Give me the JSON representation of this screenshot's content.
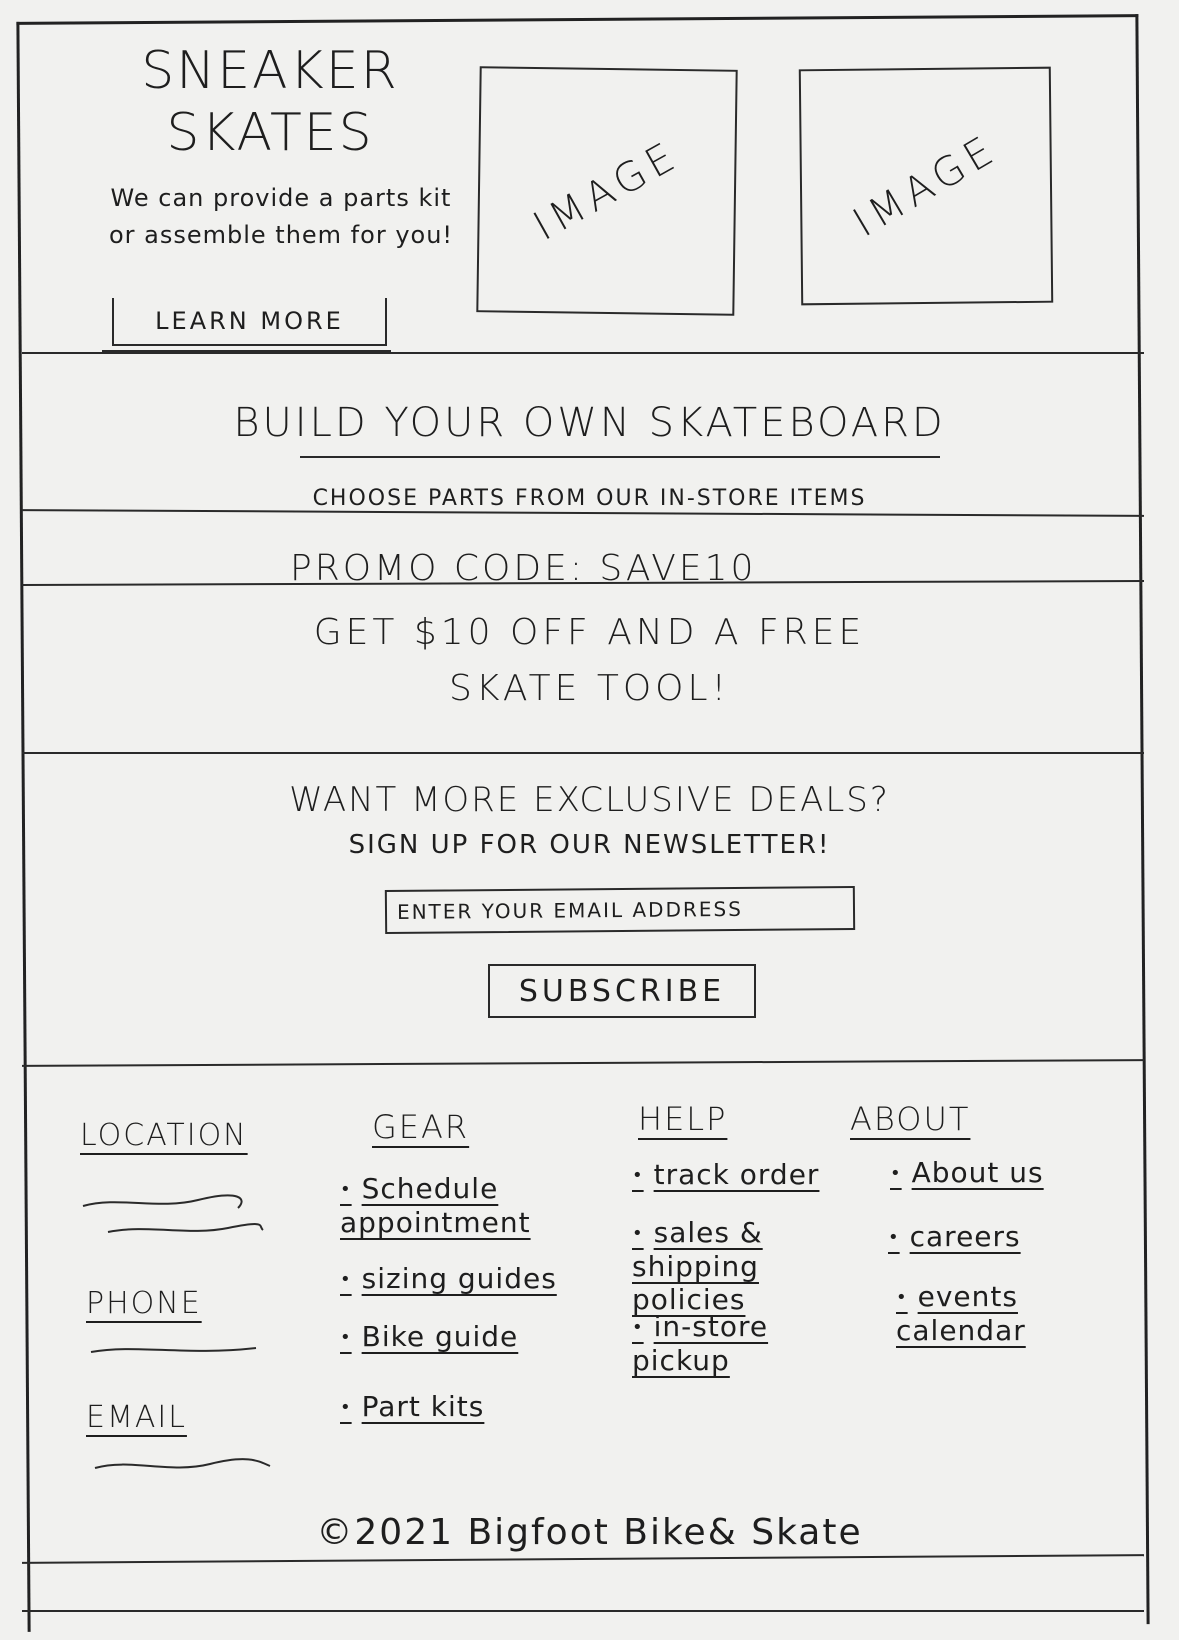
{
  "hero": {
    "brand_line1": "SNEAKER",
    "brand_line2": "SKATES",
    "tagline": "We can provide a parts kit or assemble them for you!",
    "learn_more_label": "LEARN MORE",
    "image1_label": "IMAGE",
    "image2_label": "IMAGE"
  },
  "build": {
    "title": "BUILD YOUR OWN SKATEBOARD",
    "subtitle": "CHOOSE PARTS FROM OUR IN-STORE ITEMS"
  },
  "promo": {
    "code_text": "PROMO CODE: SAVE10",
    "offer_line1": "GET $10 OFF AND A FREE",
    "offer_line2": "SKATE TOOL!"
  },
  "newsletter": {
    "question": "WANT MORE EXCLUSIVE DEALS?",
    "subtitle": "SIGN UP FOR OUR NEWSLETTER!",
    "email_placeholder": "ENTER YOUR EMAIL ADDRESS",
    "subscribe_label": "SUBSCRIBE"
  },
  "footer": {
    "contact": {
      "location": "LOCATION",
      "phone": "PHONE",
      "email": "EMAIL"
    },
    "gear": {
      "heading": "GEAR",
      "items": [
        "Schedule appointment",
        "sizing guides",
        "Bike guide",
        "Part kits"
      ]
    },
    "help": {
      "heading": "HELP",
      "items": [
        "track order",
        "sales & shipping policies",
        "in-store pickup"
      ]
    },
    "about": {
      "heading": "ABOUT",
      "items": [
        "About us",
        "careers",
        "events calendar"
      ]
    },
    "copyright": "©2021 Bigfoot Bike& Skate"
  }
}
